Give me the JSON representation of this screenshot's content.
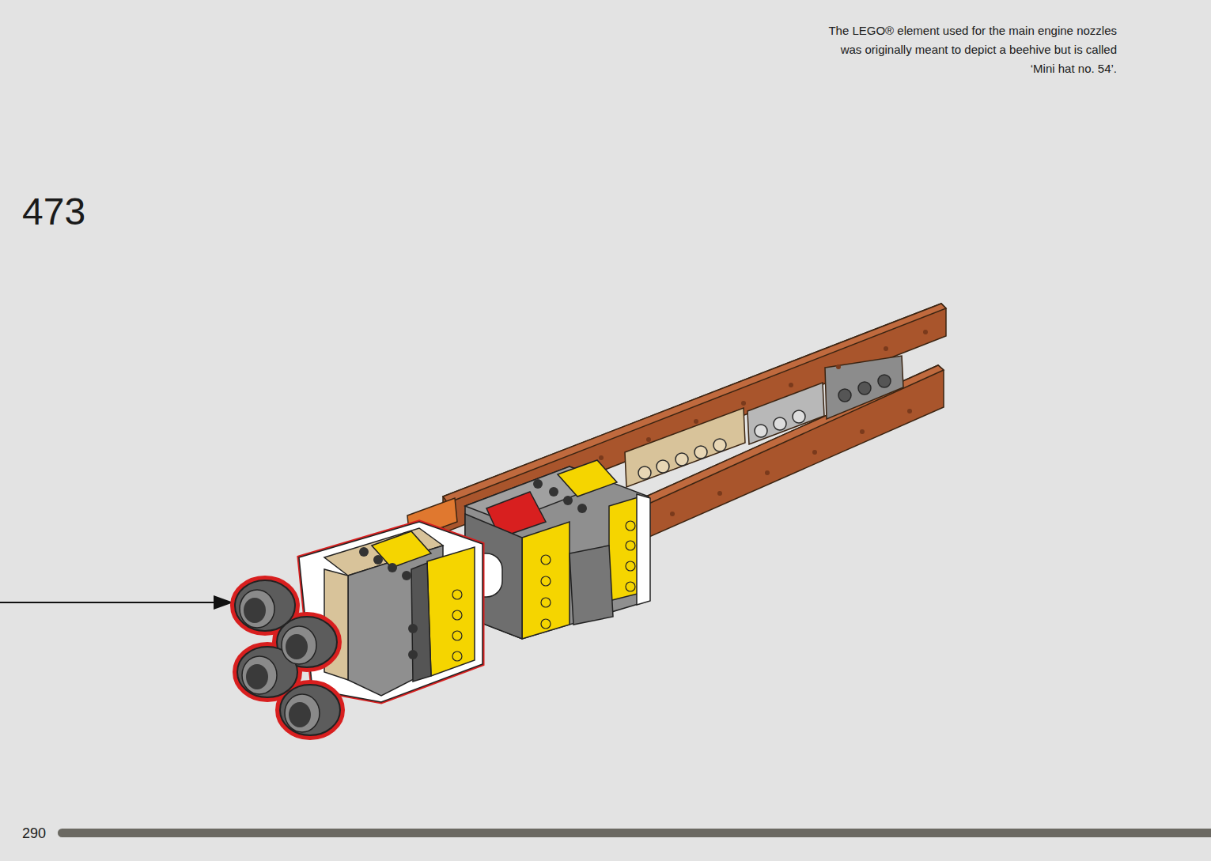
{
  "diagram": {
    "labels": [
      "The LEGO® element used for the main engine nozzles was originally meant to depict a beehive but is called ‘Mini hat no. 54’.",
      "473",
      "290"
    ]
  }
}
